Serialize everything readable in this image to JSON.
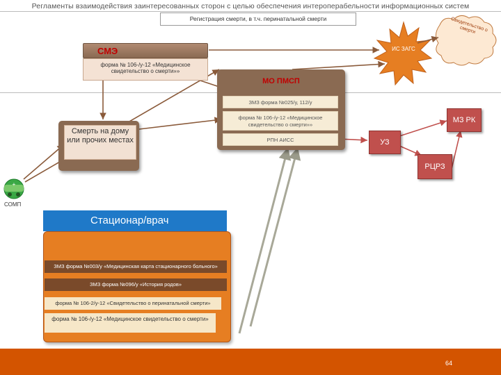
{
  "header": {
    "title": "Регламенты взаимодействия заинтересованных сторон с целью обеспечения интероперабельности информационных систем",
    "subtitle": "Регистрация смерти, в т.ч. перинатальной смерти"
  },
  "smz": {
    "title": "СМЭ",
    "form": "форма № 106-/у-12 «Медицинское свидетельство о смерти»»"
  },
  "zags": {
    "label": "ИС ЗАГС",
    "cloud_text": "Свидетельство о смерти"
  },
  "mopmsp": {
    "title": "МО ПМСП",
    "rows": [
      "ЗМЗ форма №025/у, 112/у",
      "форма № 106-/у-12 «Медицинское свидетельство о смерти»»",
      "РПН АИСС"
    ]
  },
  "death_home": {
    "label": "Смерть на дому или прочих местах"
  },
  "mz_rk": {
    "label": "МЗ РК"
  },
  "uz": {
    "label": "УЗ"
  },
  "rcrz": {
    "label": "РЦРЗ"
  },
  "smp": {
    "label": "СОМП"
  },
  "statsionar": {
    "title": "Стационар/врач",
    "rows": [
      "ЗМЗ форма №003/у «Медицинская карта стационарного больного»",
      "ЗМЗ форма №096/у «История родов»",
      "форма № 106-2/у-12 «Свидетельство о перинатальной смерти»",
      "форма № 106-/у-12 «Медицинское свидетельство о смерти»"
    ]
  },
  "footer": {
    "page_number": "64"
  },
  "colors": {
    "footer": "#d35400",
    "box_brown": "#8a6a52",
    "red_box": "#c0504d",
    "blue_title": "#1f79c8",
    "orange_body": "#e67e22",
    "sun": "#e67e22"
  }
}
